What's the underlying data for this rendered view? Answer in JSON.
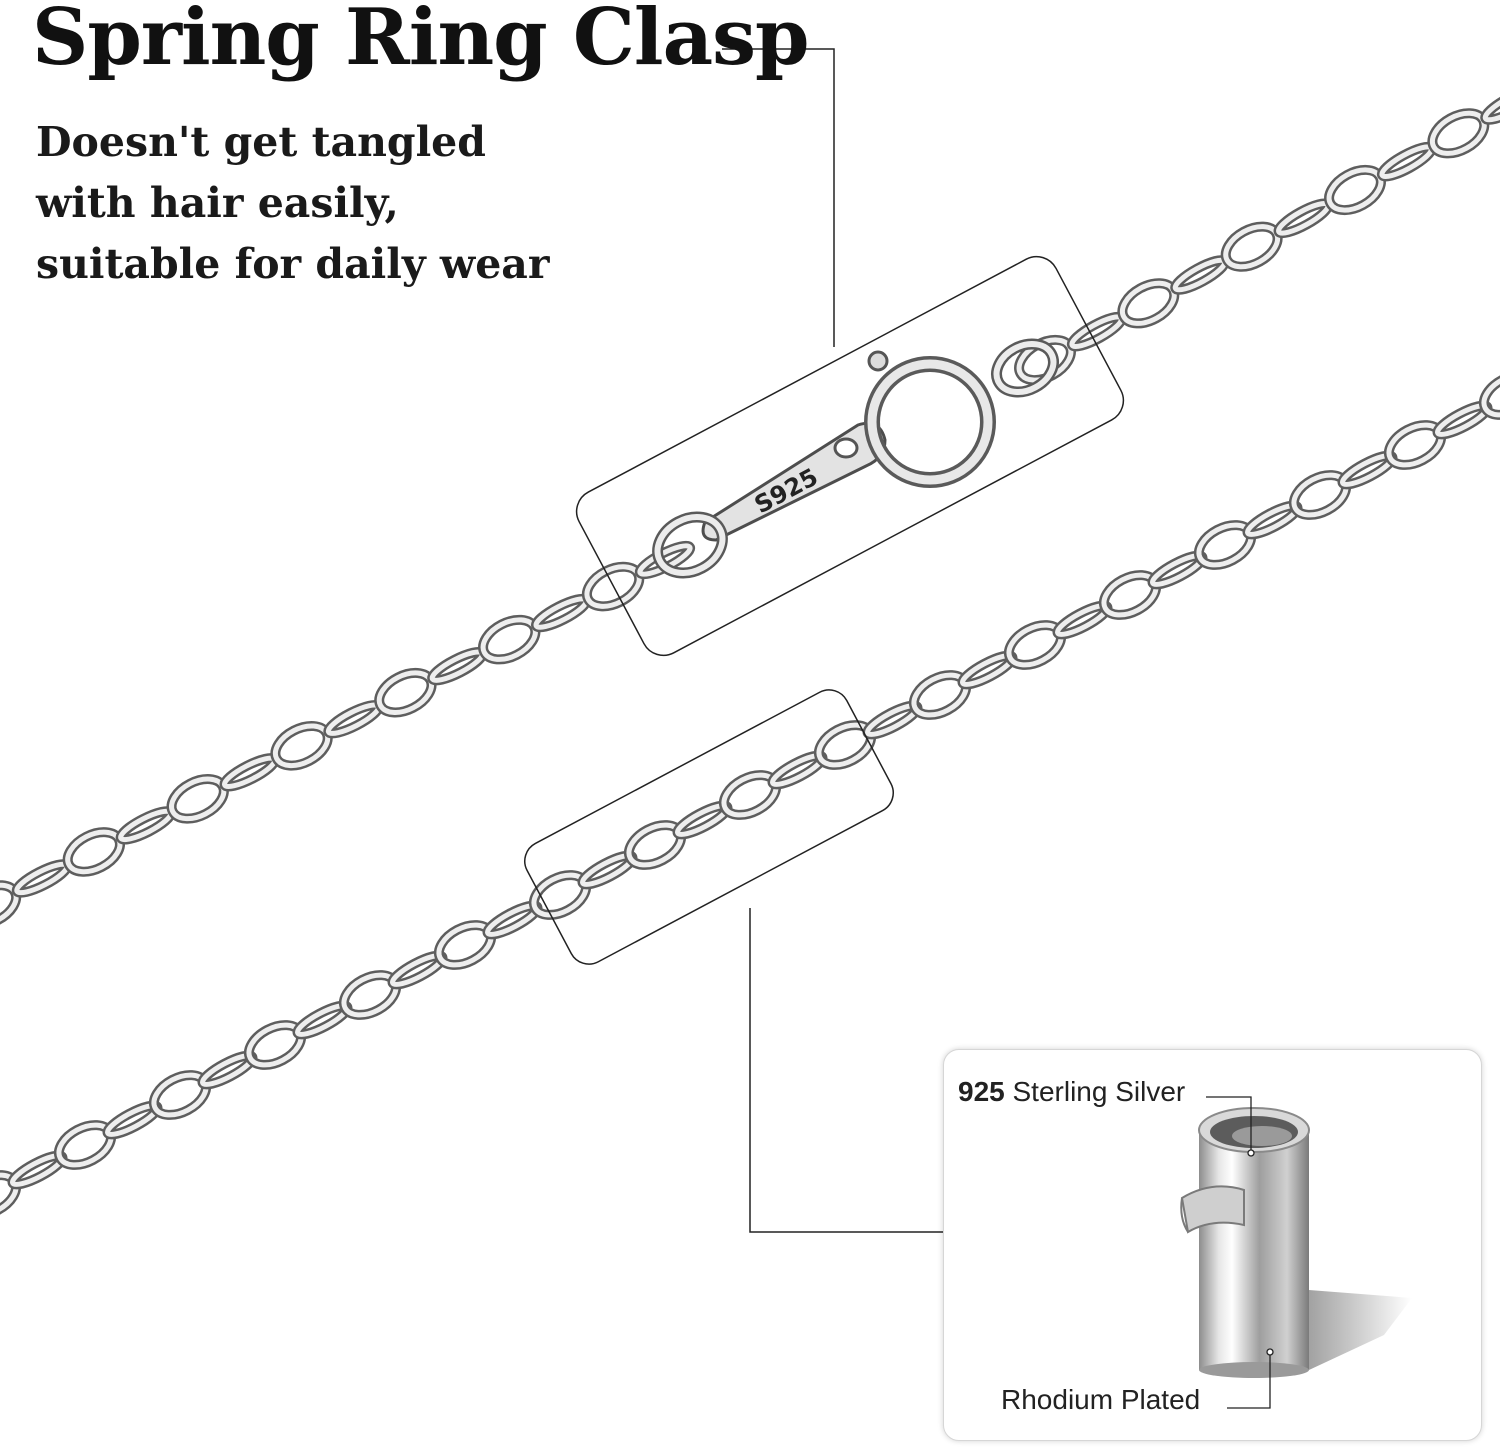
{
  "headline": "Spring Ring Clasp",
  "description": [
    "Doesn't get tangled",
    "with hair easily,",
    "suitable for daily wear"
  ],
  "clasp_stamp": "S925",
  "material": {
    "layer_top_number": "925",
    "layer_top_text": " Sterling Silver",
    "layer_bottom_text": "Rhodium Plated"
  },
  "colors": {
    "text": "#111111",
    "chain": "#bdbdbd",
    "line": "#222222",
    "inset_border": "#d6d6d6"
  }
}
